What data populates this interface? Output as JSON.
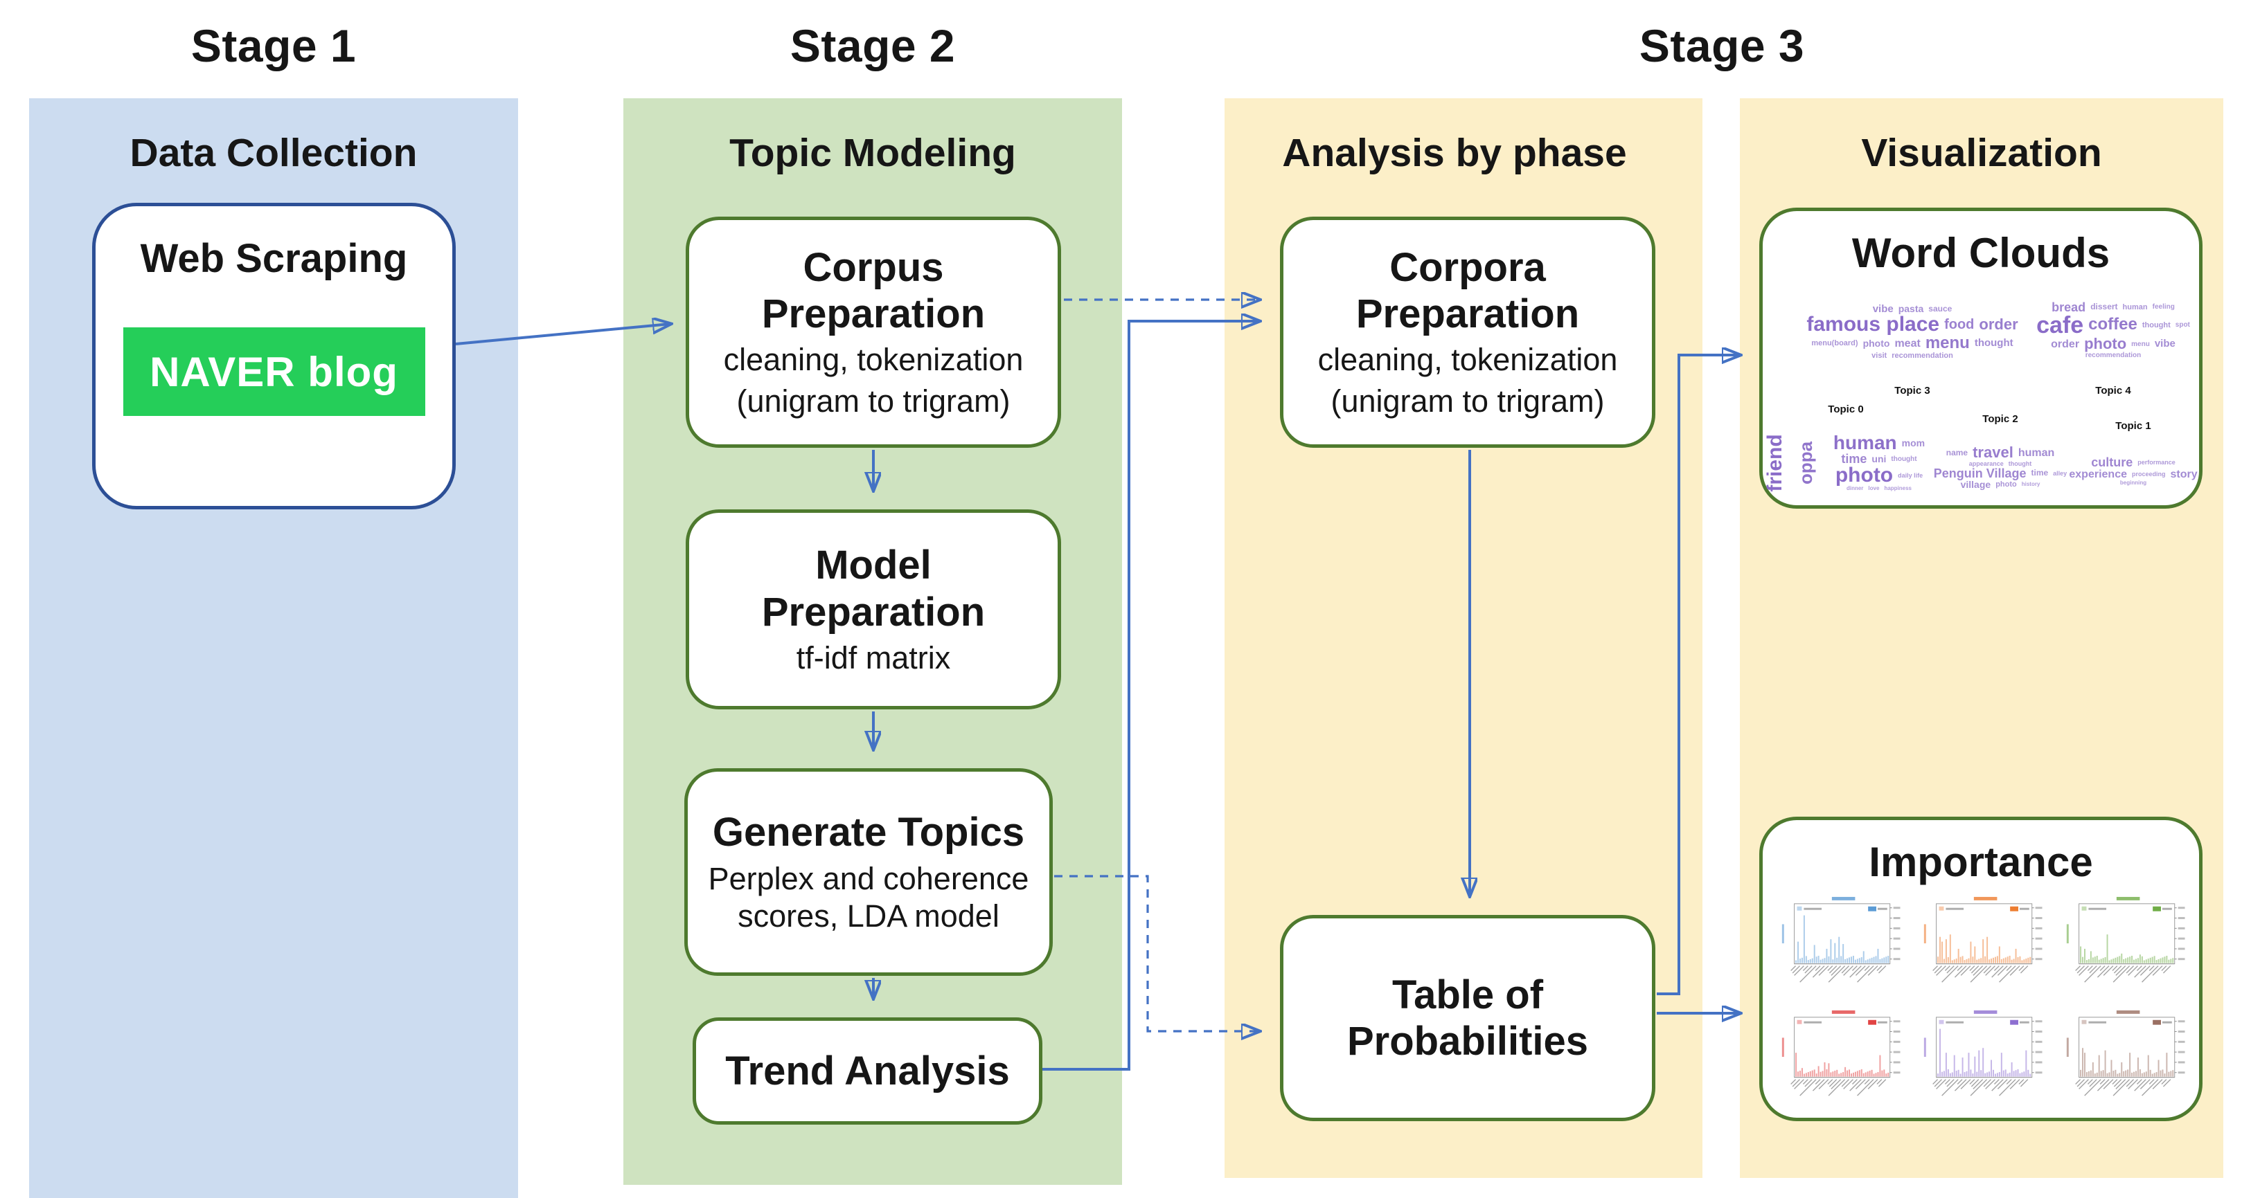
{
  "stage_titles": {
    "s1": "Stage 1",
    "s2": "Stage 2",
    "s3": "Stage 3"
  },
  "columns": {
    "data_collection": {
      "header": "Data Collection"
    },
    "topic_modeling": {
      "header": "Topic Modeling"
    },
    "analysis_by_phase": {
      "header": "Analysis by phase"
    },
    "visualization": {
      "header": "Visualization"
    }
  },
  "nodes": {
    "web_scraping": {
      "title": "Web Scraping",
      "badge": "NAVER blog"
    },
    "corpus_preparation": {
      "line1": "Corpus",
      "line2": "Preparation",
      "sub1": "cleaning, tokenization",
      "sub2": "(unigram to trigram)"
    },
    "model_preparation": {
      "line1": "Model",
      "line2": "Preparation",
      "sub1": "tf-idf matrix"
    },
    "generate_topics": {
      "line1": "Generate Topics",
      "sub1": "Perplex and coherence",
      "sub2": "scores, LDA model"
    },
    "trend_analysis": {
      "line1": "Trend Analysis"
    },
    "corpora_preparation": {
      "line1": "Corpora",
      "line2": "Preparation",
      "sub1": "cleaning, tokenization",
      "sub2": "(unigram to trigram)"
    },
    "table_of_probabilities": {
      "line1": "Table of",
      "line2": "Probabilities"
    }
  },
  "word_cloud_box": {
    "title": "Word Clouds",
    "clouds": [
      {
        "label": "Topic 3",
        "caption_position": "bottom",
        "words": [
          {
            "t": "vibe",
            "s": 15
          },
          {
            "t": "pasta",
            "s": 14
          },
          {
            "t": "sauce",
            "s": 12
          },
          {
            "t": "famous place",
            "s": 30
          },
          {
            "t": "food",
            "s": 20
          },
          {
            "t": "order",
            "s": 22
          },
          {
            "t": "menu(board)",
            "s": 11
          },
          {
            "t": "photo",
            "s": 14
          },
          {
            "t": "meat",
            "s": 16
          },
          {
            "t": "menu",
            "s": 24
          },
          {
            "t": "thought",
            "s": 15
          },
          {
            "t": "visit",
            "s": 11
          },
          {
            "t": "recommendation",
            "s": 11
          }
        ]
      },
      {
        "label": "Topic 4",
        "caption_position": "bottom",
        "words": [
          {
            "t": "bread",
            "s": 18
          },
          {
            "t": "dissert",
            "s": 12
          },
          {
            "t": "human",
            "s": 11
          },
          {
            "t": "feeling",
            "s": 10
          },
          {
            "t": "cafe",
            "s": 34
          },
          {
            "t": "coffee",
            "s": 24
          },
          {
            "t": "thought",
            "s": 11
          },
          {
            "t": "spot",
            "s": 10
          },
          {
            "t": "order",
            "s": 16
          },
          {
            "t": "photo",
            "s": 22
          },
          {
            "t": "menu",
            "s": 10
          },
          {
            "t": "vibe",
            "s": 15
          },
          {
            "t": "recommendation",
            "s": 10
          }
        ]
      },
      {
        "label": "Topic 0",
        "caption_position": "top",
        "words": [
          {
            "t": "friend",
            "s": 30,
            "v": 1
          },
          {
            "t": "oppa",
            "s": 26,
            "v": 1
          },
          {
            "t": "human",
            "s": 28
          },
          {
            "t": "mom",
            "s": 14
          },
          {
            "t": "time",
            "s": 18
          },
          {
            "t": "uni",
            "s": 14
          },
          {
            "t": "thought",
            "s": 10
          },
          {
            "t": "photo",
            "s": 30
          },
          {
            "t": "daily life",
            "s": 9
          },
          {
            "t": "dinner",
            "s": 8
          },
          {
            "t": "love",
            "s": 8
          },
          {
            "t": "happiness",
            "s": 8
          }
        ]
      },
      {
        "label": "Topic 2",
        "caption_position": "top",
        "words": [
          {
            "t": "name",
            "s": 12
          },
          {
            "t": "travel",
            "s": 22
          },
          {
            "t": "human",
            "s": 16
          },
          {
            "t": "appearance",
            "s": 9
          },
          {
            "t": "thought",
            "s": 9
          },
          {
            "t": "Penguin Village",
            "s": 18
          },
          {
            "t": "time",
            "s": 12
          },
          {
            "t": "alley",
            "s": 9
          },
          {
            "t": "village",
            "s": 14
          },
          {
            "t": "photo",
            "s": 11
          },
          {
            "t": "history",
            "s": 8
          }
        ]
      },
      {
        "label": "Topic 1",
        "caption_position": "top",
        "words": [
          {
            "t": "culture",
            "s": 18
          },
          {
            "t": "performance",
            "s": 9
          },
          {
            "t": "experience",
            "s": 16
          },
          {
            "t": "proceeding",
            "s": 9
          },
          {
            "t": "story",
            "s": 16
          },
          {
            "t": "beginning",
            "s": 8
          }
        ]
      }
    ]
  },
  "importance_box": {
    "title": "Importance",
    "panel_colors": [
      "#5b9bd5",
      "#ed7d31",
      "#70ad47",
      "#e14444",
      "#8d6fd1",
      "#9a6f62"
    ]
  },
  "colors": {
    "arrow_blue": "#4472c4",
    "column_blue": "#ccdcf0",
    "column_green": "#cfe3c0",
    "column_yellow": "#fcefc8",
    "box_border_green": "#4e7a2e",
    "box_border_navy": "#2c4f96",
    "naver_green": "#25ce59",
    "wordcloud_purple": "#8a6cc8"
  }
}
